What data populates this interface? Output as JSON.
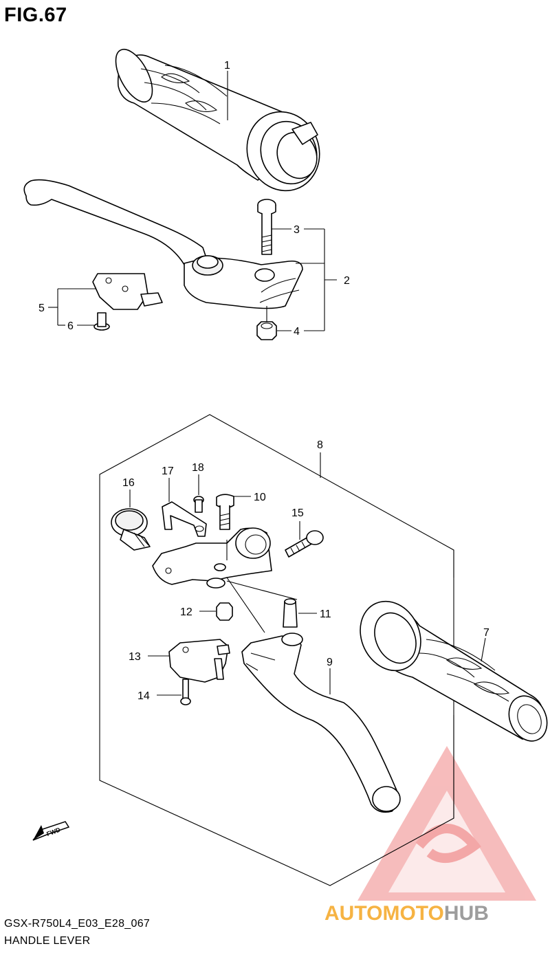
{
  "figure": {
    "title": "FIG.67"
  },
  "caption": {
    "code": "GSX-R750L4_E03_E28_067",
    "name": "HANDLE LEVER"
  },
  "callouts": [
    "1",
    "2",
    "3",
    "4",
    "5",
    "6",
    "7",
    "8",
    "9",
    "10",
    "11",
    "12",
    "13",
    "14",
    "15",
    "16",
    "17",
    "18"
  ],
  "fwd_arrow_label": "FWD",
  "watermark": {
    "text": "AUTOMOTOHUB",
    "colors": {
      "triangle": "#f08a8a",
      "auto_moto": "#f5a623",
      "hub": "#8c8c8c"
    }
  }
}
